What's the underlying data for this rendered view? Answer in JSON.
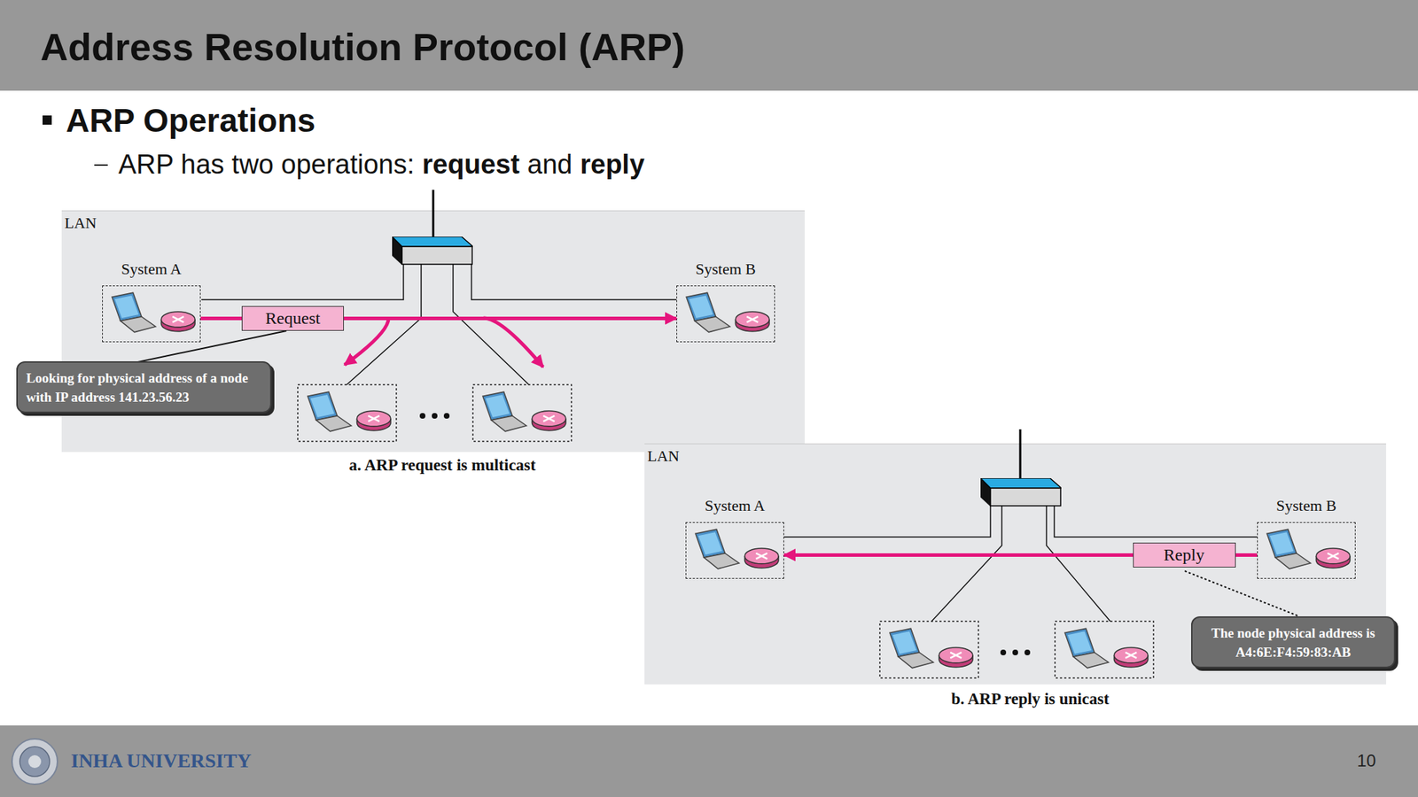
{
  "diagram": {
    "title": "Address Resolution Protocol (ARP)",
    "nodes": [
      {
        "text": [
          "LAN"
        ]
      },
      {
        "text": [
          "System A"
        ],
        "in": 0
      },
      {
        "text": [
          "System B"
        ],
        "in": 0
      },
      {
        "text": [
          "Looking for physical address of a node with IP address 141.23.56.23"
        ]
      },
      {
        "text": [
          "LAN"
        ]
      },
      {
        "text": [
          "System A"
        ],
        "in": 4
      },
      {
        "text": [
          "System B"
        ],
        "in": 4
      },
      {
        "text": [
          "The node physical address is A4:6E:F4:59:83:AB"
        ]
      }
    ],
    "edges": [
      {
        "from": 1,
        "to": 2,
        "arrow": "to",
        "label": "Request"
      },
      {
        "from": 6,
        "to": 5,
        "arrow": "to",
        "label": "Reply"
      }
    ],
    "labels": [
      "ARP Operations",
      "ARP has two operations:",
      "request",
      "and",
      "reply",
      "a. ARP request is multicast",
      "b. ARP reply is unicast",
      "INHA UNIVERSITY",
      "10"
    ]
  }
}
